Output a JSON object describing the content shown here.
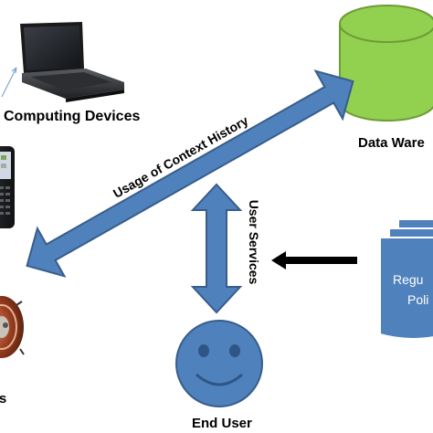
{
  "diagram": {
    "labels": {
      "computing_devices": "Computing Devices",
      "data_warehouse": "Data Ware",
      "users_partial": "rs",
      "end_user": "End User"
    },
    "arrows": {
      "diagonal": "Usage of Context History",
      "vertical": "User Services"
    },
    "document": {
      "line1": "Regu",
      "line2": "Poli"
    },
    "colors": {
      "arrow_fill": "#4f81bd",
      "arrow_stroke": "#385d8a",
      "cylinder_fill": "#92d050",
      "cylinder_stroke": "#6e9c35",
      "face_fill": "#4f81bd",
      "document_fill": "#4f81bd",
      "black_arrow": "#000000"
    },
    "icons": {
      "laptop": "laptop-icon",
      "phone": "phone-icon",
      "sensor": "sensor-icon",
      "database": "database-icon",
      "smiley": "smiley-face-icon",
      "documents": "document-stack-icon"
    }
  }
}
